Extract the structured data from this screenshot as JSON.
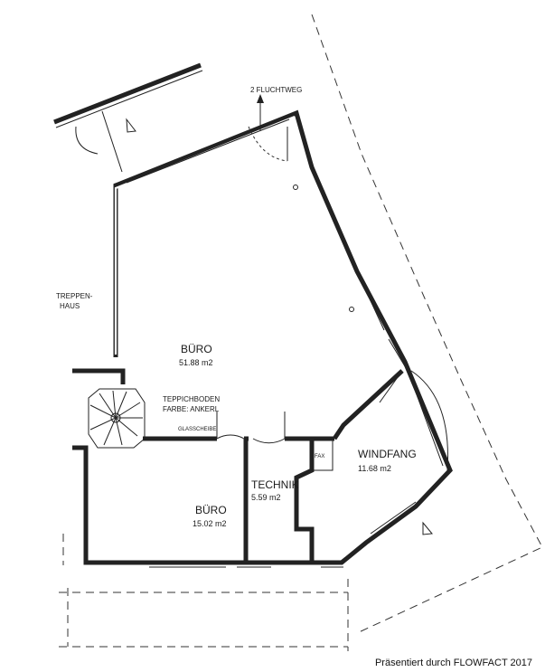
{
  "plan": {
    "labels": {
      "escape": "2 FLUCHTWEG",
      "stairs": "TREPPEN-",
      "stairs2": "HAUS",
      "carpet1": "TEPPICHBODEN",
      "carpet2": "FARBE: ANKERL",
      "glass": "GLASSCHEIBE",
      "fax": "FAX"
    },
    "rooms": [
      {
        "name": "BÜRO",
        "area": "51.88 m2"
      },
      {
        "name": "BÜRO",
        "area": "15.02 m2"
      },
      {
        "name": "TECHNIK",
        "area": "5.59 m2"
      },
      {
        "name": "WINDFANG",
        "area": "11.68 m2"
      }
    ]
  },
  "footer": {
    "text": "Präsentiert durch FLOWFACT 2017"
  }
}
